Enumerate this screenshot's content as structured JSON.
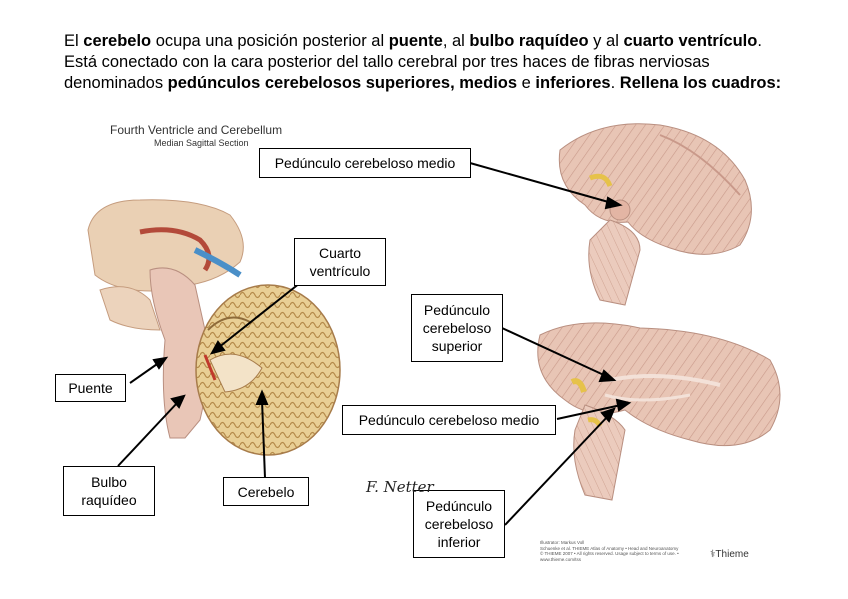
{
  "intro": {
    "line1_a": "El ",
    "line1_b": "cerebelo",
    "line1_c": " ocupa una posición posterior al ",
    "line1_d": "puente",
    "line1_e": ", al ",
    "line1_f": "bulbo raquídeo",
    "line1_g": " y al ",
    "line1_h": "cuarto ventrículo",
    "line1_i": ".",
    "line2": "Está conectado con la cara posterior del tallo cerebral por tres haces de fibras nerviosas",
    "line3_a": "denominados ",
    "line3_b": "pedúnculos cerebelosos superiores, medios",
    "line3_c": " e ",
    "line3_d": "inferiores",
    "line3_e": ". ",
    "line3_f": "Rellena los cuadros:"
  },
  "figure": {
    "title": "Fourth Ventricle and Cerebellum",
    "subtitle": "Median Sagittal Section"
  },
  "labels": {
    "cuarto_1": "Cuarto",
    "cuarto_2": "ventrículo",
    "puente": "Puente",
    "bulbo_1": "Bulbo",
    "bulbo_2": "raquídeo",
    "cerebelo": "Cerebelo",
    "medio_top": "Pedúnculo cerebeloso medio",
    "sup_1": "Pedúnculo",
    "sup_2": "cerebeloso",
    "sup_3": "superior",
    "medio_bottom": "Pedúnculo cerebeloso medio",
    "inf_1": "Pedúnculo",
    "inf_2": "cerebeloso",
    "inf_3": "inferior"
  },
  "credits": {
    "line1": "Illustrator: Markus Voll",
    "line2": "Schuenke et al. THIEME Atlas of Anatomy • Head and Neuroanatomy",
    "line3": "© THIEME 2007 • All rights reserved. Usage subject to terms of use. • www.thieme.com/tss",
    "publisher": "Thieme",
    "signature": "F. Netter"
  },
  "colors": {
    "tissue": "#e7c3b2",
    "tissue_dark": "#c99884",
    "cerebellum": "#e6c98f",
    "accent_blue": "#4a8fc8",
    "accent_red": "#c0392b"
  }
}
